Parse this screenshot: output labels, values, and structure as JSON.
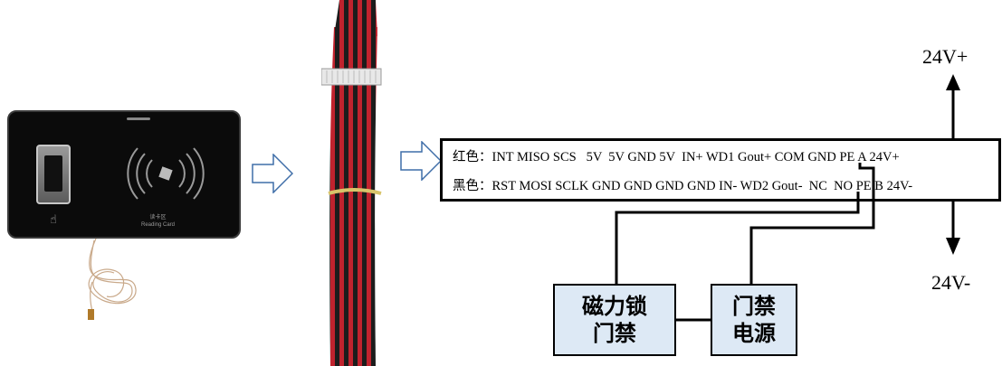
{
  "terminal": {
    "row1_prefix": "红色：",
    "row1_pins": "INT MISO SCS   5V  5V GND 5V  IN+ WD1 Gout+ COM GND PE A 24V+",
    "row2_prefix": "黑色：",
    "row2_pins": "RST MOSI SCLK GND GND GND GND IN- WD2 Gout-  NC  NO PE B 24V-"
  },
  "power": {
    "positive": "24V+",
    "negative": "24V-"
  },
  "boxes": {
    "lock_line1": "磁力锁",
    "lock_line2": "门禁",
    "psu_line1": "门禁",
    "psu_line2": "电源"
  },
  "device": {
    "card_label_cn": "读卡区",
    "card_label_en": "Reading Card"
  },
  "colors": {
    "box_fill": "#dde9f5",
    "ribbon_red": "#c0232e",
    "ribbon_black": "#1c1c1c",
    "device_body": "#0b0b0b"
  }
}
